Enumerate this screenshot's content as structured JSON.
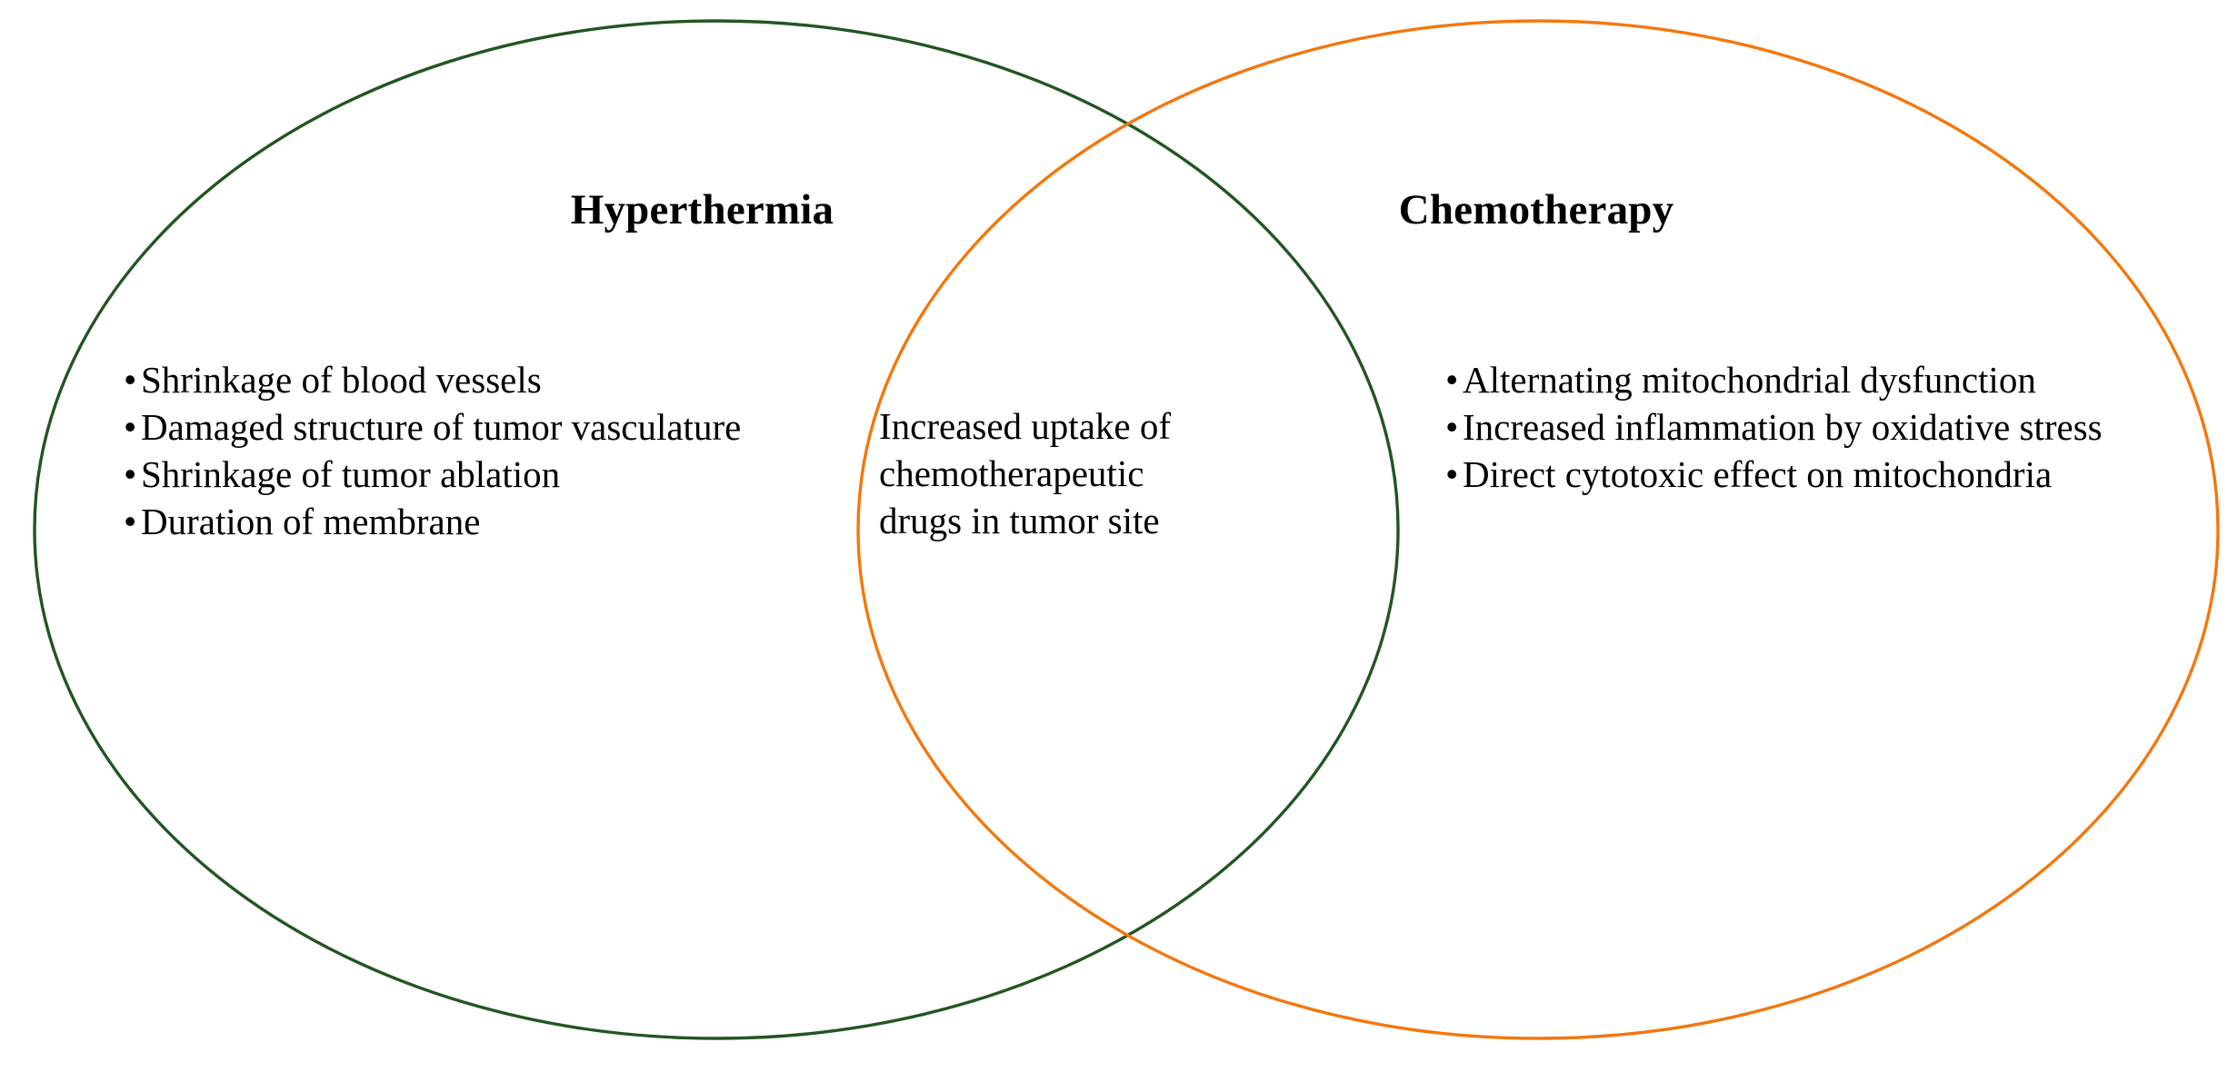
{
  "figure": {
    "type": "venn-diagram",
    "sets": 2,
    "background_color": "#FFFFFF"
  },
  "left_circle": {
    "title": "Hyperthermia",
    "outline_color": "#225522",
    "items": [
      "Shrinkage of blood vessels",
      "Damaged structure of tumor vasculature",
      "Shrinkage of tumor ablation",
      "Duration of membrane"
    ]
  },
  "right_circle": {
    "title": "Chemotherapy",
    "outline_color": "#F4770D",
    "items": [
      "Alternating mitochondrial dysfunction",
      "Increased inflammation by oxidative stress",
      "Direct cytotoxic effect on mitochondria"
    ]
  },
  "intersection": {
    "lines": [
      "Increased uptake of",
      "chemotherapeutic",
      "drugs in tumor site"
    ]
  },
  "symbols": {
    "bullet": "•"
  }
}
